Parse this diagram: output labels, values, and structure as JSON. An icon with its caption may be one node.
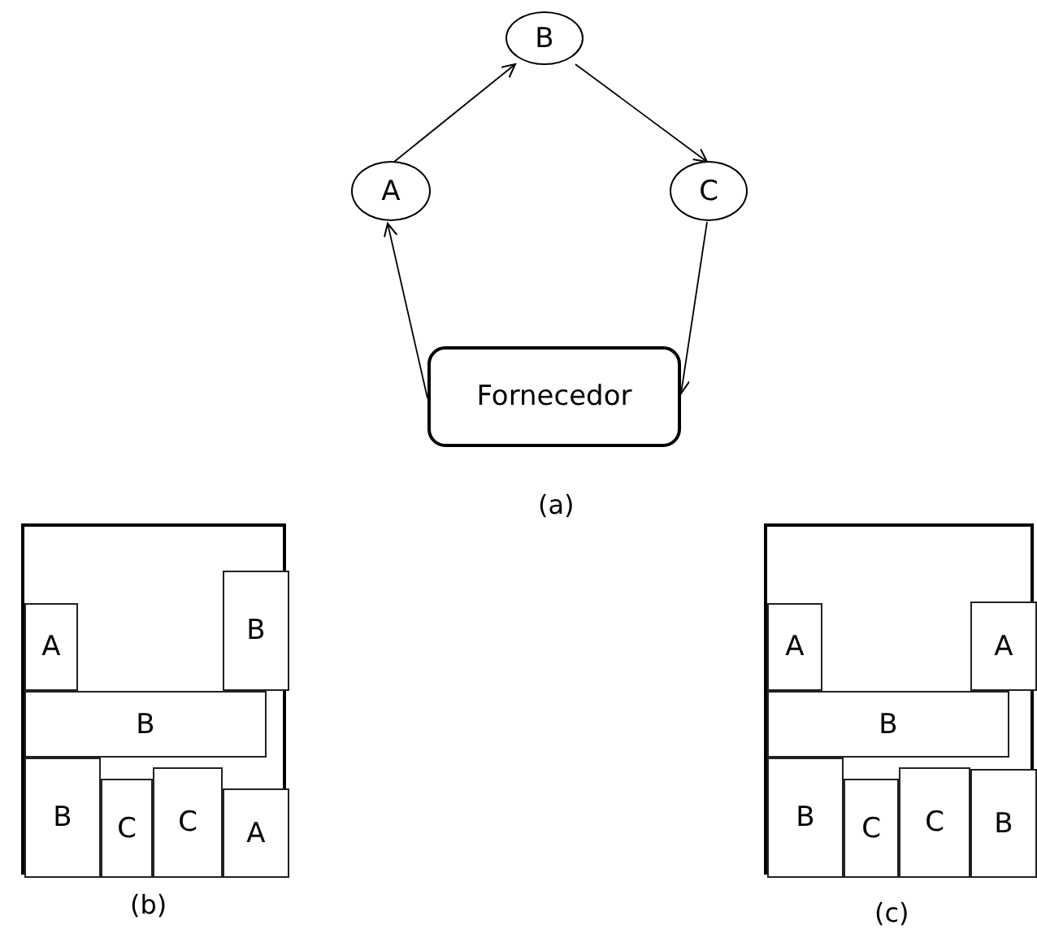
{
  "diagram": {
    "nodes": [
      {
        "text": [
          "B"
        ]
      },
      {
        "text": [
          "A"
        ]
      },
      {
        "text": [
          "C"
        ]
      },
      {
        "text": [
          "Fornecedor"
        ]
      },
      {
        "text": [],
        "shape": "box",
        "beside": [
          "(b)"
        ]
      },
      {
        "text": [
          "A"
        ],
        "in": 4
      },
      {
        "text": [
          "B"
        ],
        "in": 4
      },
      {
        "text": [
          "B"
        ],
        "in": 4
      },
      {
        "text": [
          "B"
        ],
        "in": 4
      },
      {
        "text": [
          "C"
        ],
        "in": 4
      },
      {
        "text": [
          "C"
        ],
        "in": 4
      },
      {
        "text": [
          "A"
        ],
        "in": 4
      },
      {
        "text": [],
        "shape": "box",
        "beside": [
          "(c)"
        ]
      },
      {
        "text": [
          "A"
        ],
        "in": 12
      },
      {
        "text": [
          "A"
        ],
        "in": 12
      },
      {
        "text": [
          "B"
        ],
        "in": 12
      },
      {
        "text": [
          "B"
        ],
        "in": 12
      },
      {
        "text": [
          "C"
        ],
        "in": 12
      },
      {
        "text": [
          "C"
        ],
        "in": 12
      },
      {
        "text": [
          "B"
        ],
        "in": 12
      }
    ],
    "edges": [
      {
        "from": 1,
        "to": 0,
        "arrow": "to"
      },
      {
        "from": 0,
        "to": 2,
        "arrow": "to"
      },
      {
        "from": 2,
        "to": 3,
        "arrow": "to"
      },
      {
        "from": 3,
        "to": 1,
        "arrow": "to"
      }
    ],
    "labels": [
      "(a)"
    ]
  }
}
